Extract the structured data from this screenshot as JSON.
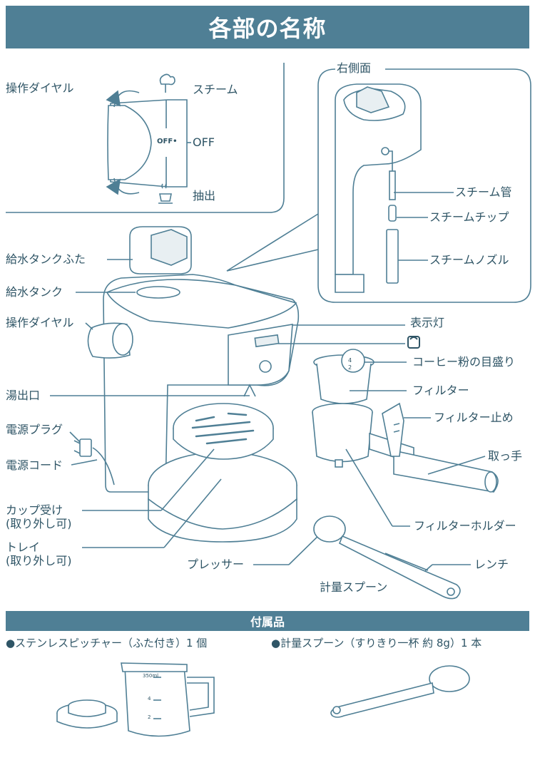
{
  "title": "各部の名称",
  "dial_detail": {
    "heading": "操作ダイヤル",
    "steam": "スチーム",
    "off": "OFF",
    "off_marker": "OFF•",
    "brew": "抽出"
  },
  "right_side": {
    "heading": "右側面",
    "steam_pipe": "スチーム管",
    "steam_tip": "スチームチップ",
    "steam_nozzle": "スチームノズル"
  },
  "main_labels": {
    "tank_lid": "給水タンクふた",
    "tank": "給水タンク",
    "dial": "操作ダイヤル",
    "outlet": "湯出口",
    "plug": "電源プラグ",
    "cord": "電源コード",
    "cup_tray": "カップ受け\n(取り外し可)",
    "tray": "トレイ\n(取り外し可)",
    "presser": "プレッサー",
    "indicator": "表示灯",
    "coffee_marks": "コーヒー粉の目盛り",
    "filter": "フィルター",
    "filter_stopper": "フィルター止め",
    "handle": "取っ手",
    "filter_holder": "フィルターホルダー",
    "wrench": "レンチ",
    "measuring_spoon": "計量スプーン"
  },
  "filter_marks": [
    "4",
    "2"
  ],
  "accessories": {
    "heading": "付属品",
    "item1": "●ステンレスピッチャー（ふた付き）1 個",
    "item2": "●計量スプーン（すりきり一杯 約 8g）1 本",
    "pitcher_marks": [
      "350ml",
      "4",
      "2"
    ]
  },
  "colors": {
    "accent": "#4f7f95",
    "text": "#2f5566",
    "background": "#ffffff"
  }
}
